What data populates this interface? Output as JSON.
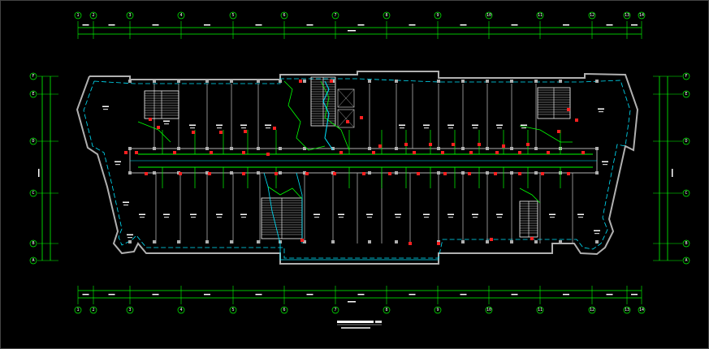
{
  "drawing": {
    "grid_axes_x": [
      "1",
      "2",
      "3",
      "4",
      "5",
      "6",
      "7",
      "8",
      "9",
      "10",
      "11",
      "12",
      "13",
      "14"
    ],
    "grid_axes_y": [
      "F",
      "E",
      "D",
      "C",
      "B",
      "A"
    ],
    "title": "",
    "subtitle": "",
    "colors": {
      "background": "#000000",
      "wall": "#b0b0b0",
      "circuit": "#00ff00",
      "cable_tray": "#00e5ff",
      "device": "#ff2020",
      "stair": "#ffffff",
      "text": "#ffffff"
    }
  }
}
